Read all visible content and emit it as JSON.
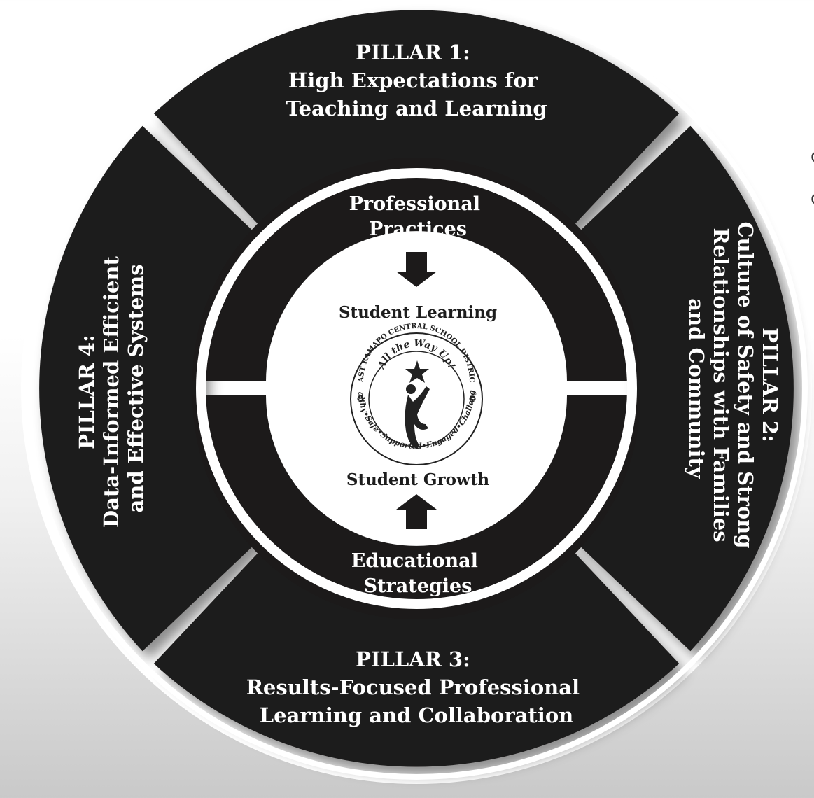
{
  "edge_text": [
    "d",
    "d"
  ],
  "pillars": {
    "p1": {
      "line1": "PILLAR 1:",
      "line2": "High Expectations for",
      "line3": "Teaching and Learning"
    },
    "p2": {
      "line1": "PILLAR 2:",
      "line2": "Culture of Safety and Strong",
      "line3": "Relationships with Families",
      "line4": "and Community"
    },
    "p3": {
      "line1": "PILLAR 3:",
      "line2": "Results-Focused Professional",
      "line3": "Learning and Collaboration"
    },
    "p4": {
      "line1": "PILLAR 4:",
      "line2": "Data-Informed Efficient",
      "line3": "and Effective Systems"
    }
  },
  "inner": {
    "top": {
      "line1": "Professional",
      "line2": "Practices"
    },
    "bottom": {
      "line1": "Educational",
      "line2": "Strategies"
    }
  },
  "center": {
    "top_label": "Student Learning",
    "bottom_label": "Student Growth"
  },
  "logo": {
    "arc_top": "EAST RAMAPO CENTRAL SCHOOL DISTRICT",
    "motto": "All the Way Up!",
    "arc_bottom": "Healthy•Safe•Supported•Engaged•Challenged"
  },
  "colors": {
    "ring": "#1c1a1a",
    "divider": "#ffffff",
    "center": "#ffffff"
  }
}
